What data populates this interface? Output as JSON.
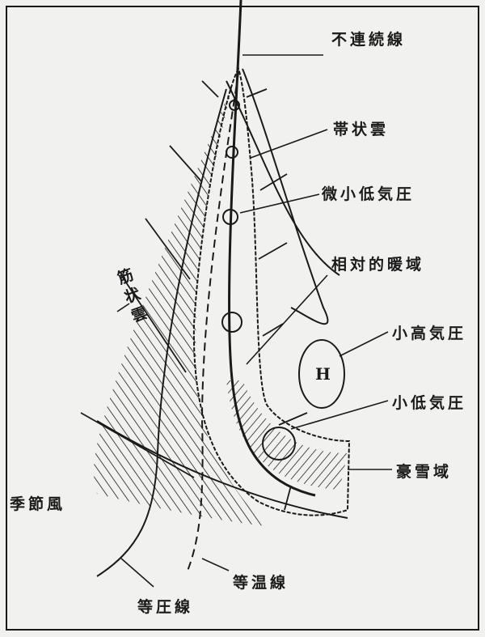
{
  "diagram": {
    "labels": {
      "discontinuity_line": "不連続線",
      "band_cloud": "帯状雲",
      "mesoscale_low": "微小低気圧",
      "relative_warm_sector": "相対的暖域",
      "small_high": "小高気圧",
      "high_marker": "H",
      "small_low": "小低気圧",
      "heavy_snow_area": "豪雪域",
      "monsoon": "季節風",
      "isobar": "等圧線",
      "isotherm": "等温線",
      "streak_clouds": "筋状雲"
    },
    "colors": {
      "ink": "#1a1a1a",
      "paper": "#f1f1ef"
    }
  }
}
